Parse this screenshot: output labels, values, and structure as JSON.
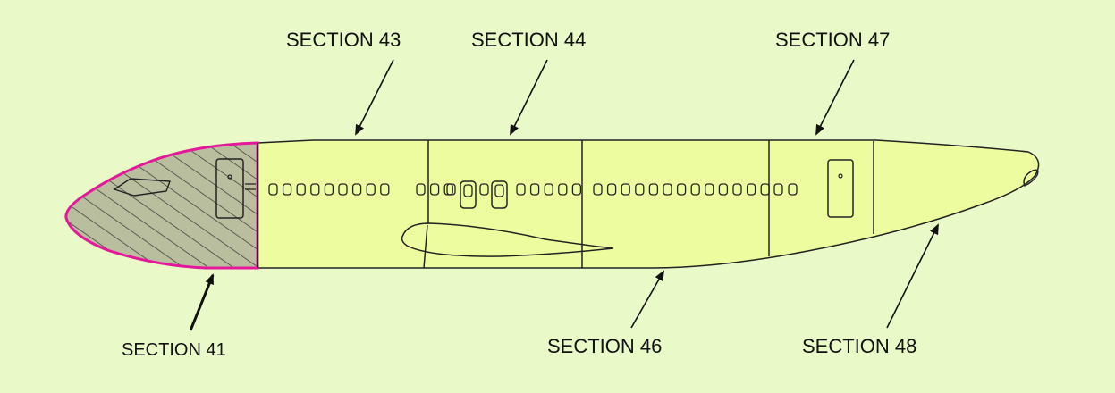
{
  "diagram": {
    "labels": {
      "s43": "SECTION 43",
      "s44": "SECTION 44",
      "s47": "SECTION 47",
      "s41": "SECTION 41",
      "s46": "SECTION 46",
      "s48": "SECTION 48"
    },
    "colors": {
      "background": "#e9f9c8",
      "fuselage": "#eefca0",
      "nose_fill": "#b9bf9e",
      "highlight": "#e3189a"
    }
  }
}
